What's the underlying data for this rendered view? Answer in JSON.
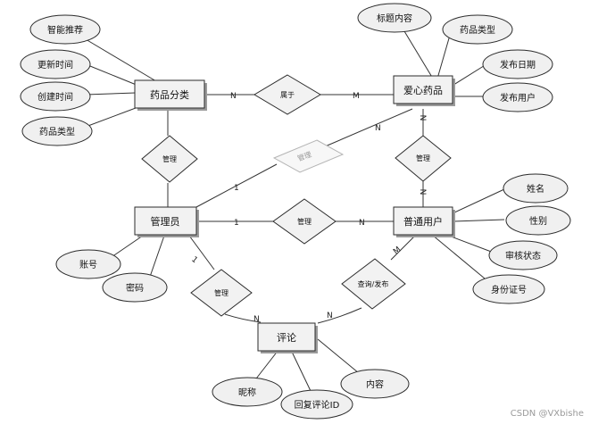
{
  "entities": {
    "drug_category": "药品分类",
    "love_drug": "爱心药品",
    "admin": "管理员",
    "user": "普通用户",
    "comment": "评论"
  },
  "attributes": {
    "smart_recommend": "智能推荐",
    "update_time": "更新时间",
    "create_time": "创建时间",
    "category_drug_type": "药品类型",
    "title_content": "标题内容",
    "drug_type": "药品类型",
    "publish_date": "发布日期",
    "publish_user": "发布用户",
    "name": "姓名",
    "gender": "性别",
    "audit_status": "审核状态",
    "id_number": "身份证号",
    "account": "账号",
    "password": "密码",
    "nickname": "昵称",
    "reply_comment_id": "回复评论ID",
    "content": "内容"
  },
  "relationships": {
    "belongs_to": "属于",
    "manage_category": "管理",
    "manage_drug": "管理",
    "manage_user": "管理",
    "manage_user_drug": "管理",
    "manage_comment": "管理",
    "query_publish": "查询/发布"
  },
  "cardinalities": {
    "cat_belongs": "N",
    "belongs_drug": "M",
    "admin_drug": "1",
    "drug_admin_n": "N",
    "drug_user_n": "N",
    "user_drug_n": "N",
    "admin_user_1": "1",
    "admin_user_n": "N",
    "admin_comment_1": "1",
    "comment_admin_n": "N",
    "comment_user_n": "N",
    "user_comment_m": "M"
  },
  "watermark": "CSDN @VXbishe"
}
